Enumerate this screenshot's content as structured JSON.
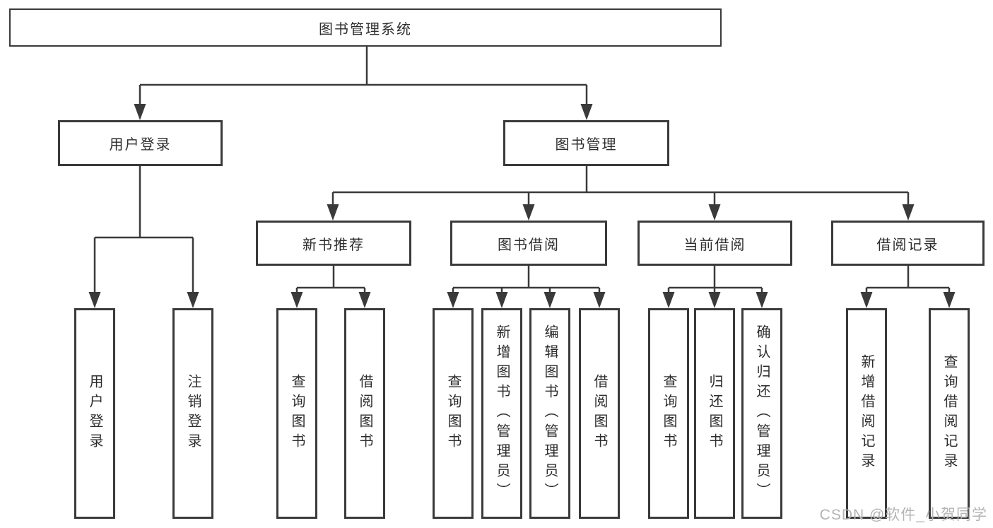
{
  "tree": {
    "root": "图书管理系统",
    "children": [
      {
        "label": "用户登录",
        "children": [
          {
            "label": "用户登录"
          },
          {
            "label": "注销登录"
          }
        ]
      },
      {
        "label": "图书管理",
        "children": [
          {
            "label": "新书推荐",
            "children": [
              {
                "label": "查询图书"
              },
              {
                "label": "借阅图书"
              }
            ]
          },
          {
            "label": "图书借阅",
            "children": [
              {
                "label": "查询图书"
              },
              {
                "label": "新增图书（管理员）"
              },
              {
                "label": "编辑图书（管理员）"
              },
              {
                "label": "借阅图书"
              }
            ]
          },
          {
            "label": "当前借阅",
            "children": [
              {
                "label": "查询图书"
              },
              {
                "label": "归还图书"
              },
              {
                "label": "确认归还（管理员）"
              }
            ]
          },
          {
            "label": "借阅记录",
            "children": [
              {
                "label": "新增借阅记录"
              },
              {
                "label": "查询借阅记录"
              }
            ]
          }
        ]
      }
    ]
  },
  "watermark": {
    "text": "CSDN @软件_小贺同学"
  },
  "colors": {
    "line": "#3a3a3a",
    "text": "#2d2d2d",
    "watermark": "#b4b4b4",
    "background": "#ffffff"
  }
}
